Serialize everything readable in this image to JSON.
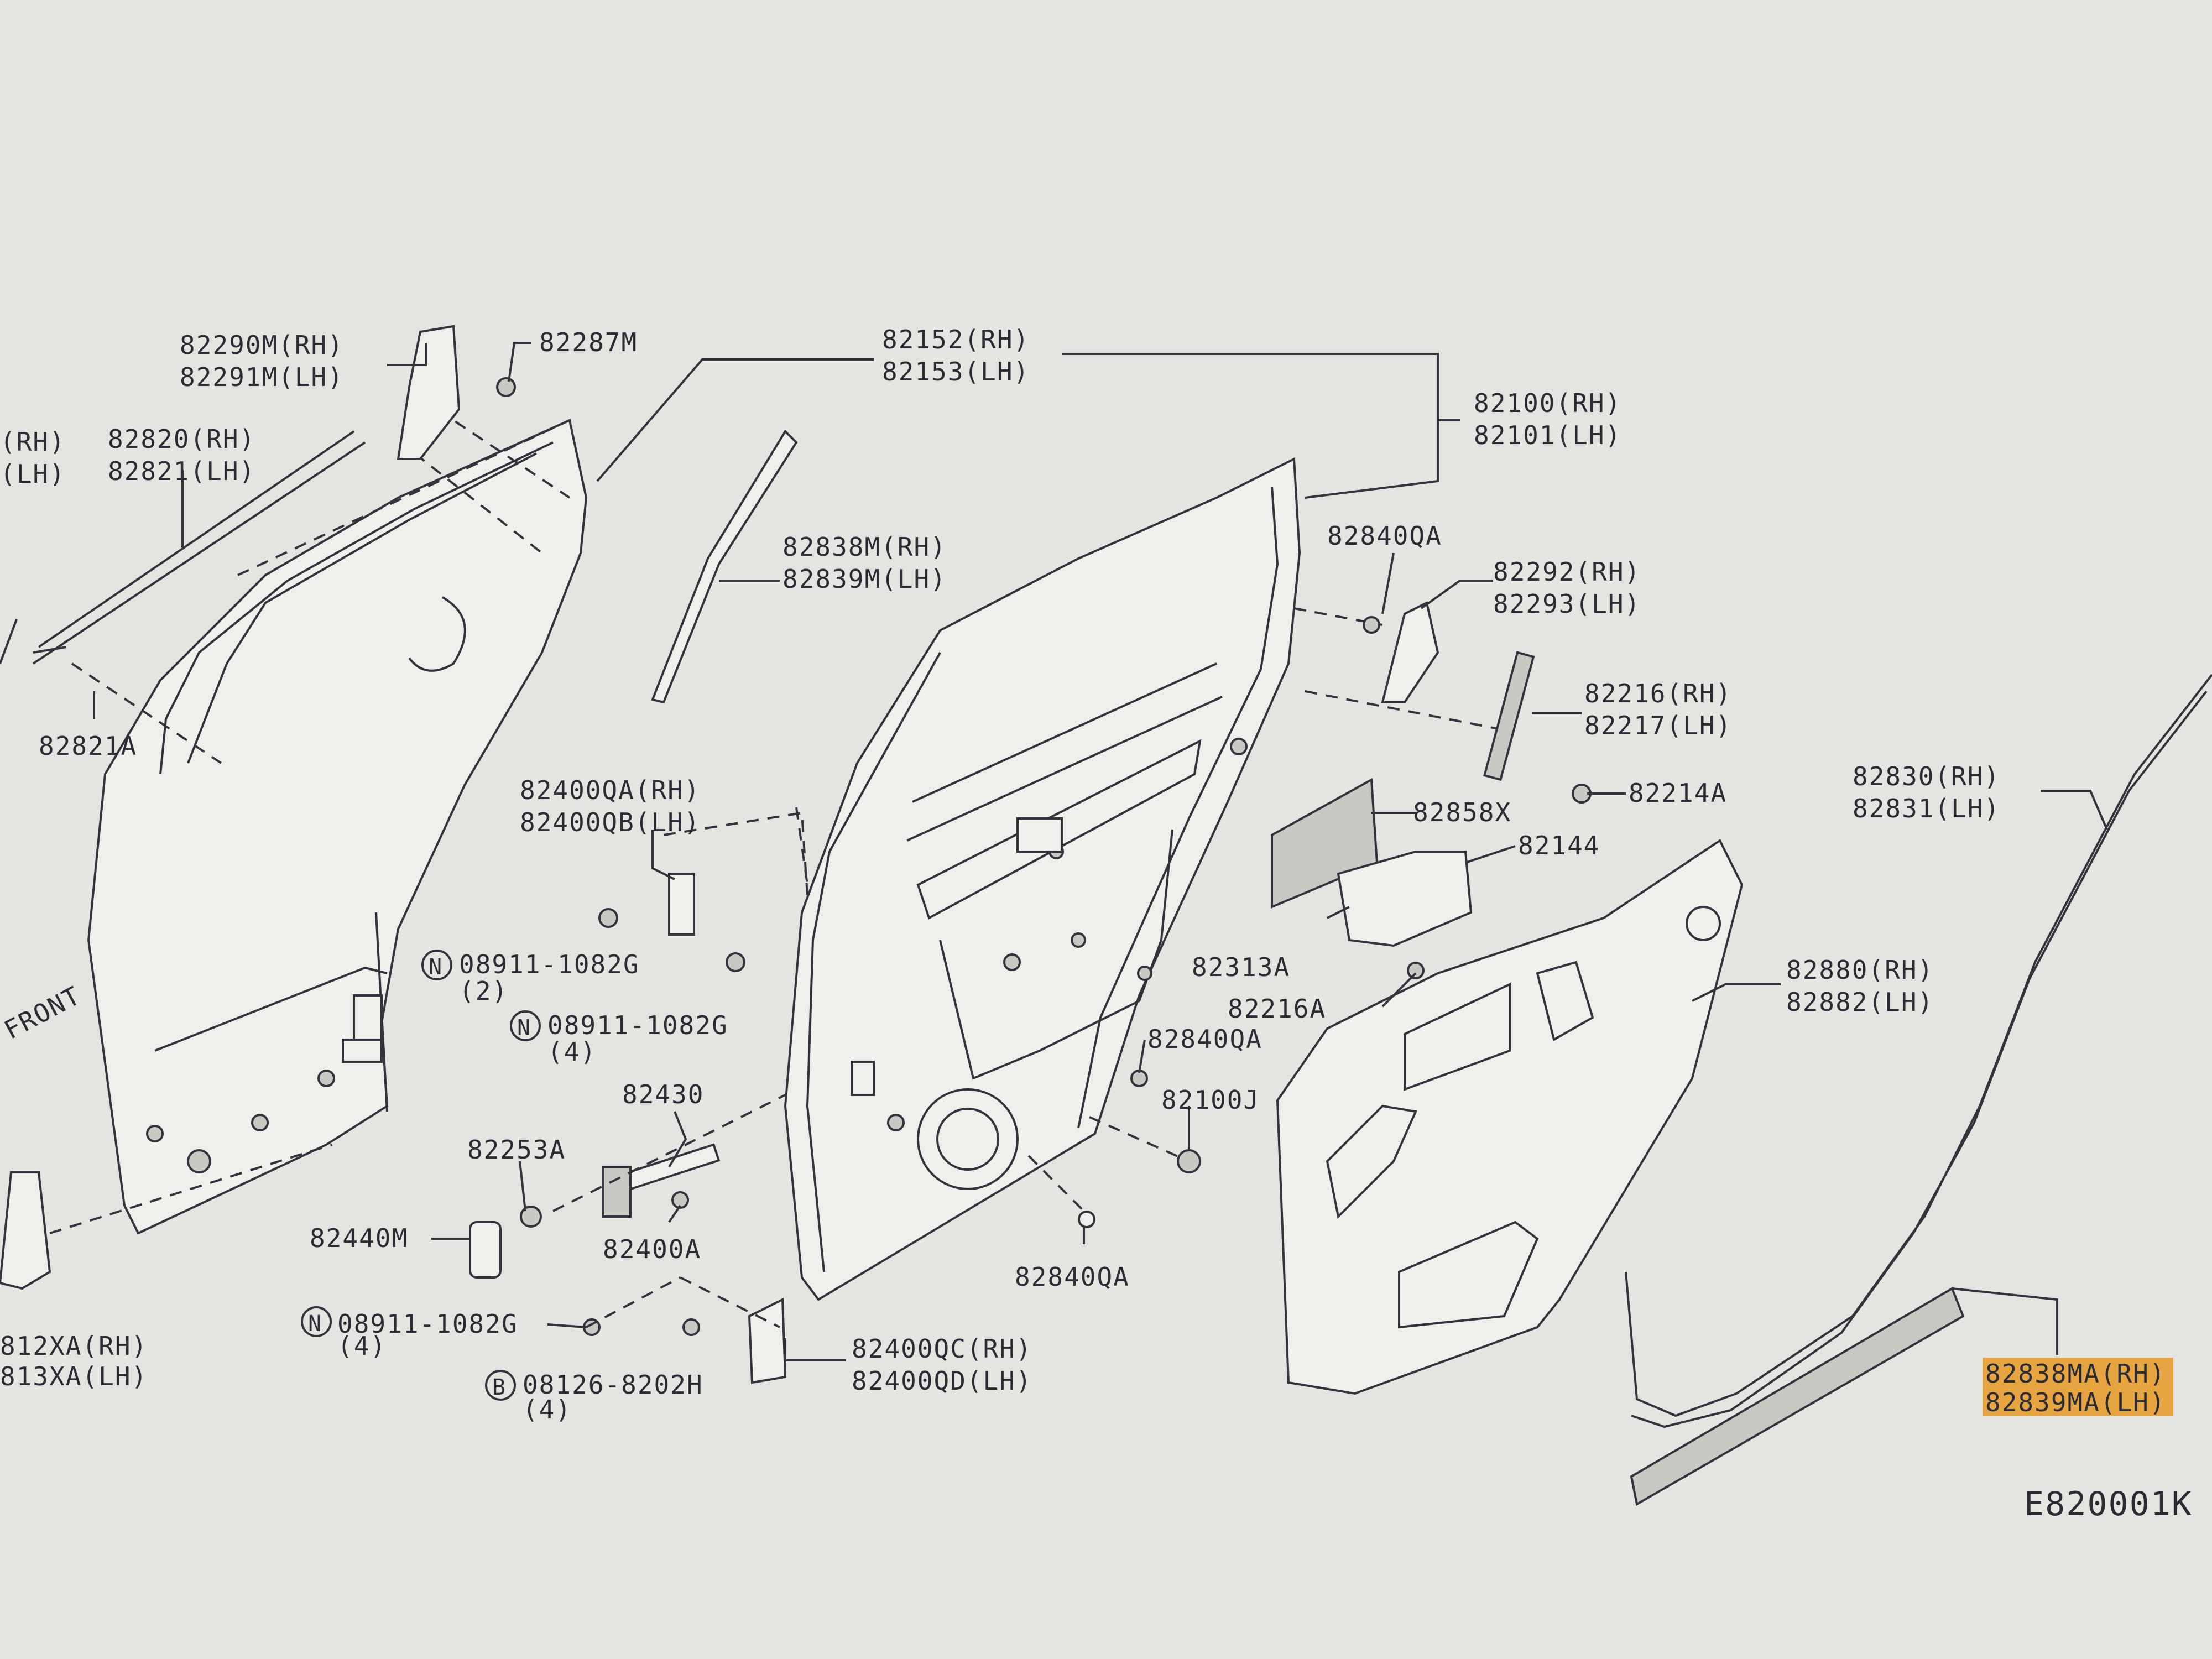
{
  "colors": {
    "background": "#e4e4e1",
    "ink": "#33333d",
    "highlight": "#e7a542"
  },
  "labels": {
    "p82290": "82290M(RH)",
    "p82291": "82291M(LH)",
    "p82287": "82287M",
    "p82152": "82152(RH)",
    "p82153": "82153(LH)",
    "p82100": "82100(RH)",
    "p82101": "82101(LH)",
    "cutRH": "(RH)",
    "cutLH": "(LH)",
    "p82820": "82820(RH)",
    "p82821": "82821(LH)",
    "p82838m": "82838M(RH)",
    "p82839m": "82839M(LH)",
    "p82840qa_a": "82840QA",
    "p82292": "82292(RH)",
    "p82293": "82293(LH)",
    "p82216": "82216(RH)",
    "p82217": "82217(LH)",
    "p82214a": "82214A",
    "p82830": "82830(RH)",
    "p82831": "82831(LH)",
    "p82821a": "82821A",
    "p82400qa": "82400QA(RH)",
    "p82400qb": "82400QB(LH)",
    "p82858x": "82858X",
    "p82144": "82144",
    "b08911_a": "08911-1082G",
    "qty2": "(2)",
    "b08911_b": "08911-1082G",
    "qty4_a": "(4)",
    "p82313a": "82313A",
    "p82216a": "82216A",
    "p82880": "82880(RH)",
    "p82882": "82882(LH)",
    "p82840qa_b": "82840QA",
    "p82430": "82430",
    "p82100j": "82100J",
    "p82253a": "82253A",
    "p82440m": "82440M",
    "p82400a": "82400A",
    "p82840qa_c": "82840QA",
    "b08911_c": "08911-1082G",
    "qty4_b": "(4)",
    "p82400qc": "82400QC(RH)",
    "p82400qd": "82400QD(LH)",
    "b08126": "08126-8202H",
    "qty4_c": "(4)",
    "p812xa": "812XA(RH)",
    "p813xa": "813XA(LH)",
    "front": "FRONT",
    "p82838ma": "82838MA(RH)",
    "p82839ma": "82839MA(LH)",
    "figure_id": "E820001K",
    "marker_n": "N",
    "marker_b": "B"
  }
}
